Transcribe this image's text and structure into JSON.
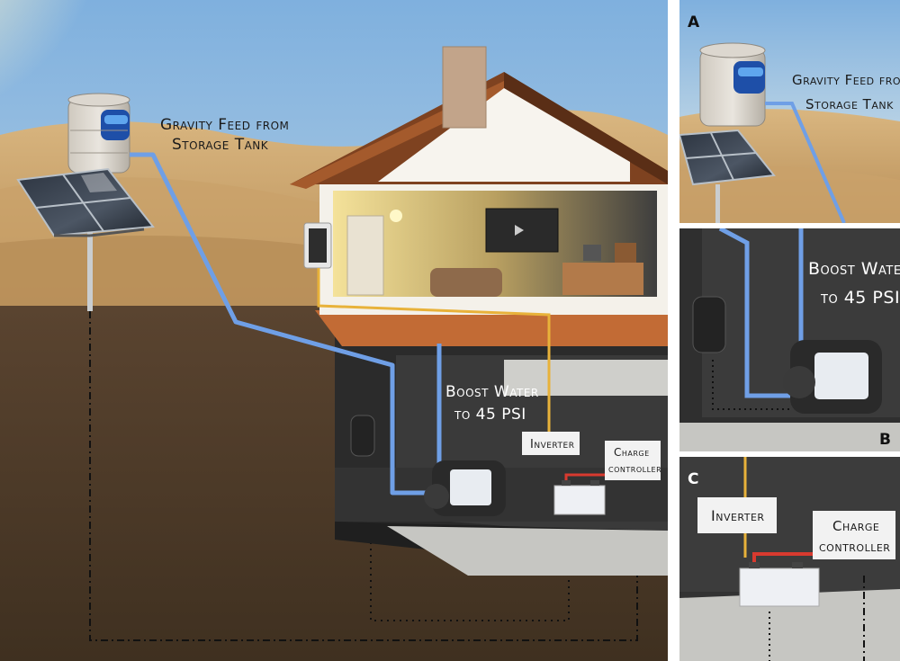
{
  "main": {
    "gravity_line1": "Gravity Feed from",
    "gravity_line2": "Storage Tank",
    "boost_line1": "Boost Water",
    "boost_line2": "to 45 PSI",
    "inverter": "Inverter",
    "charge_line1": "Charge",
    "charge_line2": "controller"
  },
  "panels": {
    "a": {
      "letter": "A",
      "gravity_line1": "Gravity Feed from",
      "gravity_line2": "Storage Tank"
    },
    "b": {
      "letter": "B",
      "boost_line1": "Boost Water",
      "boost_line2": "to 45 PSI"
    },
    "c": {
      "letter": "C",
      "inverter": "Inverter",
      "charge_line1": "Charge",
      "charge_line2": "controller"
    }
  },
  "colors": {
    "water_pipe": "#6f9fe6",
    "power_line": "#e8b23a",
    "battery_cable": "#d83a2f",
    "roof": "#8a4a24",
    "soil": "#4d3b2a",
    "sky": "#9fc2e0"
  }
}
